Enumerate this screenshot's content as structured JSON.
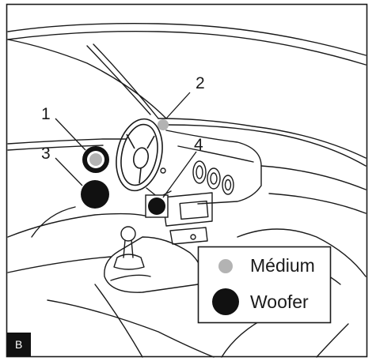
{
  "callouts": {
    "one": "1",
    "two": "2",
    "three": "3",
    "four": "4"
  },
  "legend": {
    "medium_label": "Médium",
    "woofer_label": "Woofer",
    "medium_color": "#b3b3b3",
    "woofer_color": "#111111"
  },
  "panel_badge": "B"
}
